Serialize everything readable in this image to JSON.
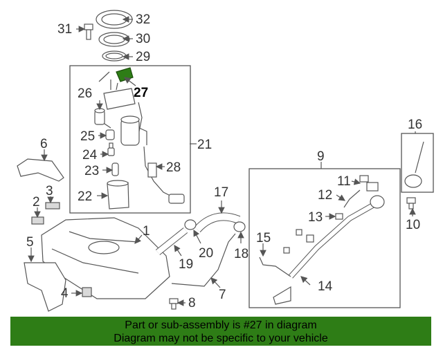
{
  "highlight_color": "#2e7d16",
  "highlighted_part": "27",
  "banner": {
    "line1": "Part or sub-assembly is #27 in diagram",
    "line2": "Diagram may not be specific to your vehicle"
  },
  "callouts": [
    "1",
    "2",
    "3",
    "4",
    "5",
    "6",
    "7",
    "8",
    "9",
    "10",
    "11",
    "12",
    "13",
    "14",
    "15",
    "16",
    "17",
    "18",
    "19",
    "20",
    "21",
    "22",
    "23",
    "24",
    "25",
    "26",
    "27",
    "28",
    "29",
    "30",
    "31",
    "32"
  ]
}
